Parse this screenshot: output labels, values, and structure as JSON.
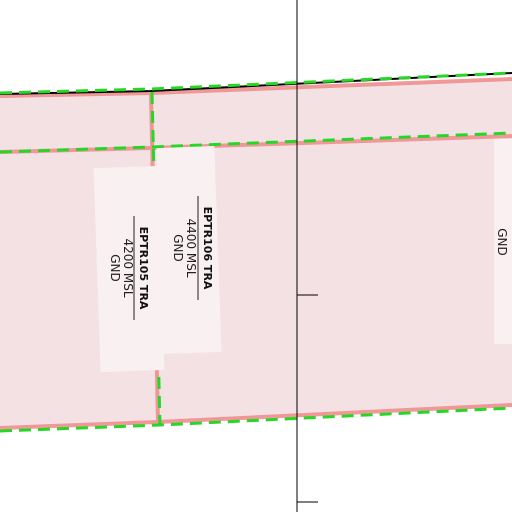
{
  "map": {
    "colors": {
      "zone_fill": "#f3e1e3",
      "zone_stroke": "#ef8f8f",
      "boundary_dash": "#27d627",
      "label_box": "#f8f0f1",
      "line": "#000000"
    },
    "zones": [
      {
        "name": "EPTR105 TRA",
        "upper": "4200 MSL",
        "lower": "GND"
      },
      {
        "name": "EPTR106 TRA",
        "upper": "4400 MSL",
        "lower": "GND"
      },
      {
        "name": "",
        "upper": "",
        "lower": "GND"
      }
    ]
  }
}
